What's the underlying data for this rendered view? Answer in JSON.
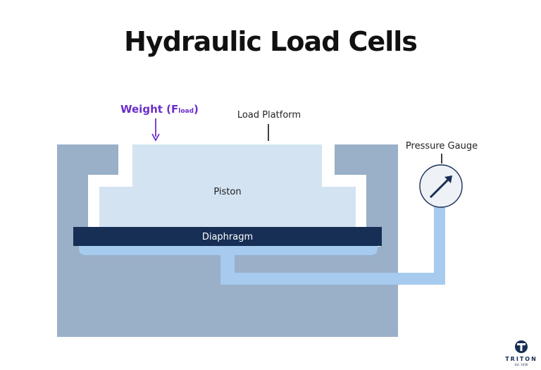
{
  "title": "Hydraulic Load Cells",
  "labels": {
    "weight": "Weight (",
    "weight_symbol": "F",
    "weight_subscript": "load",
    "weight_close": ")",
    "load_platform": "Load Platform",
    "pressure_gauge": "Pressure Gauge",
    "piston": "Piston",
    "diaphragm": "Diaphragm"
  },
  "logo": {
    "name": "TRITON",
    "tagline": "Est. 1930"
  },
  "colors": {
    "title": "#111111",
    "weight": "#6a2fc9",
    "housing": "#9aafc8",
    "piston": "#d3e3f2",
    "diaphragm": "#172e55",
    "fluid": "#a6cbee",
    "gauge_face": "#eef1f6",
    "gauge_needle": "#172e55",
    "logo": "#172e55"
  },
  "icons": {
    "weight_arrow": "arrow-down-icon",
    "gauge_needle": "arrow-up-right-icon",
    "logo": "triton-t-icon"
  }
}
